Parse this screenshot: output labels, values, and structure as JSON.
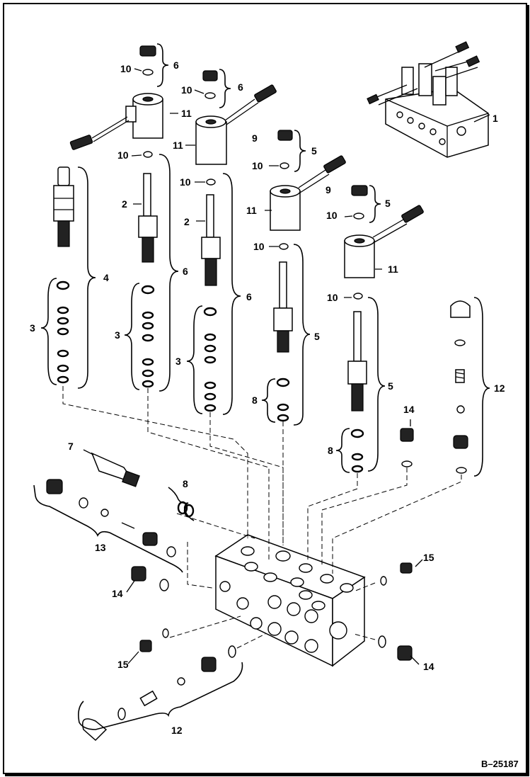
{
  "figure_ref": "B–25187",
  "labels": {
    "l1": "1",
    "l2a": "2",
    "l2b": "2",
    "l3a": "3",
    "l3b": "3",
    "l3c": "3",
    "l4": "4",
    "l5a": "5",
    "l5b": "5",
    "l5c": "5",
    "l5d": "5",
    "l6a": "6",
    "l6b": "6",
    "l6c": "6",
    "l6d": "6",
    "l7": "7",
    "l8a": "8",
    "l8b": "8",
    "l8c": "8",
    "l9a": "9",
    "l9b": "9",
    "l10a": "10",
    "l10b": "10",
    "l10c": "10",
    "l10d": "10",
    "l10e": "10",
    "l10f": "10",
    "l10g": "10",
    "l10h": "10",
    "l11a": "11",
    "l11b": "11",
    "l11c": "11",
    "l11d": "11",
    "l12a": "12",
    "l12b": "12",
    "l13": "13",
    "l14a": "14",
    "l14b": "14",
    "l14c": "14",
    "l15a": "15",
    "l15b": "15"
  },
  "colors": {
    "ink": "#000000",
    "paper": "#ffffff"
  }
}
